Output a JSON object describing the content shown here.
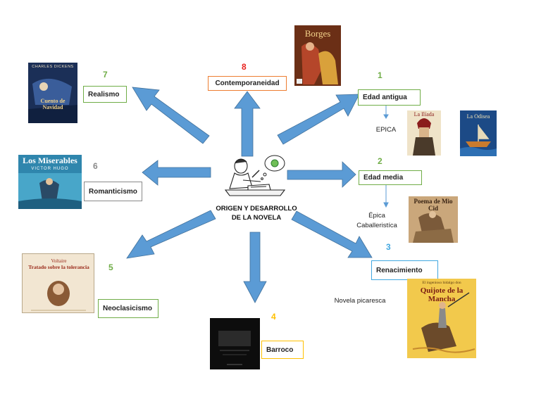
{
  "center": {
    "title": "ORIGEN Y DESARROLLO DE LA NOVELA"
  },
  "colors": {
    "arrow": "#5b9bd5",
    "green": "#70ad47",
    "red": "#e8231f",
    "blue": "#41a7e0",
    "orange": "#ffc000",
    "gray": "#8a8a8a"
  },
  "stages": {
    "edad_antigua": {
      "number": "1",
      "label": "Edad antigua",
      "note": "EPICA"
    },
    "edad_media": {
      "number": "2",
      "label": "Edad media",
      "note_line1": "Épica",
      "note_line2": "Caballeristíca"
    },
    "renacimiento": {
      "number": "3",
      "label": "Renacimiento",
      "note": "Novela picaresca"
    },
    "barroco": {
      "number": "4",
      "label": "Barroco"
    },
    "neoclasicismo": {
      "number": "5",
      "label": "Neoclasicismo"
    },
    "romanticismo": {
      "number": "6",
      "label": "Romanticismo"
    },
    "realismo": {
      "number": "7",
      "label": "Realismo"
    },
    "contemporaneidad": {
      "number": "8",
      "label": "Contemporaneidad"
    }
  },
  "books": {
    "borges": {
      "title": "Borges"
    },
    "iliada": {
      "title": "La Ilíada"
    },
    "odisea": {
      "title": "La Odisea"
    },
    "mio_cid": {
      "title": "Poema de Mio Cid"
    },
    "quijote_pre": {
      "title": "El ingenioso hidalgo don"
    },
    "quijote": {
      "title": "Quijote de la Mancha"
    },
    "dickens_author": {
      "title": "CHARLES DICKENS"
    },
    "dickens": {
      "title": "Cuento de Navidad"
    },
    "miserables": {
      "title": "Los Miserables"
    },
    "hugo": {
      "title": "VICTOR HUGO"
    },
    "voltaire": {
      "title": "Voltaire"
    },
    "tolerancia": {
      "title": "Tratado sobre la tolerancia"
    }
  }
}
